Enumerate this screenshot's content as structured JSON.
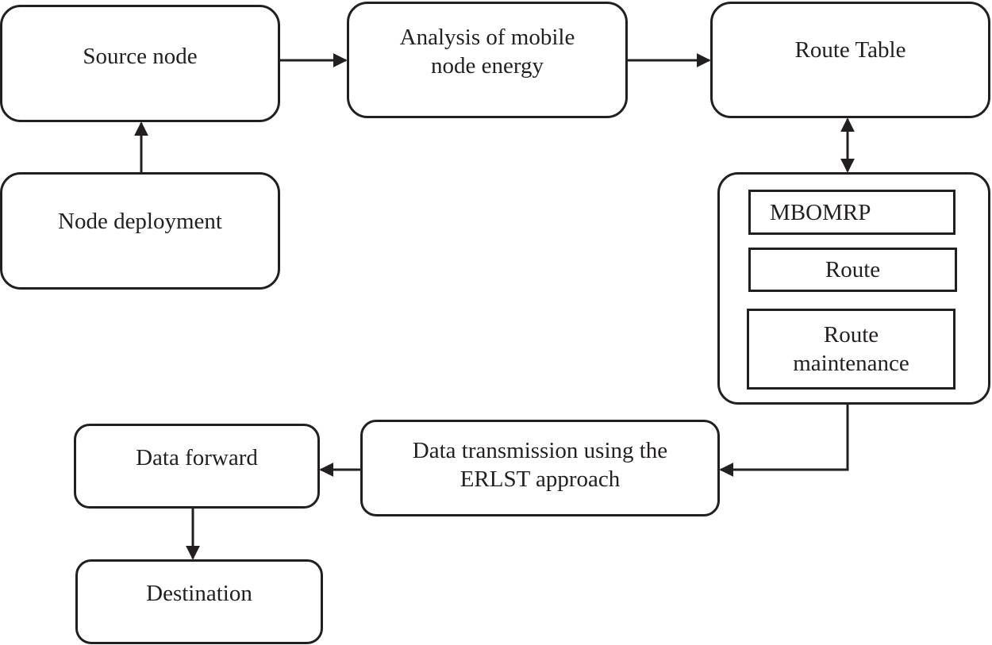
{
  "nodes": {
    "source_node": {
      "lines": [
        "Source node"
      ]
    },
    "analysis": {
      "lines": [
        "Analysis of mobile",
        "node energy"
      ]
    },
    "route_table": {
      "lines": [
        "Route Table"
      ]
    },
    "node_deployment": {
      "lines": [
        "Node deployment"
      ]
    },
    "data_forward": {
      "lines": [
        "Data forward"
      ]
    },
    "data_transmission": {
      "lines": [
        "Data transmission using the",
        "ERLST approach"
      ]
    },
    "destination": {
      "lines": [
        "Destination"
      ]
    }
  },
  "route_group": {
    "items": [
      {
        "lines": [
          "MBOMRP"
        ]
      },
      {
        "lines": [
          "Route"
        ]
      },
      {
        "lines": [
          "Route",
          "maintenance"
        ]
      }
    ]
  },
  "colors": {
    "stroke": "#231f20",
    "background": "#ffffff"
  }
}
